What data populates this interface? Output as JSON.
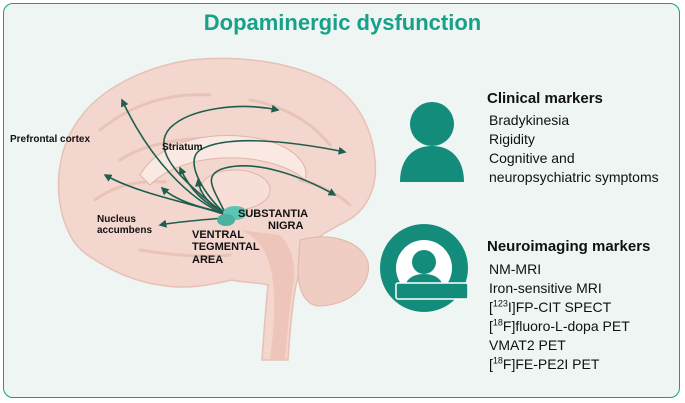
{
  "title": "Dopaminergic dysfunction",
  "brain_labels": {
    "prefrontal": "Prefrontal cortex",
    "striatum": "Striatum",
    "nucleus_line1": "Nucleus",
    "nucleus_line2": "accumbens",
    "vta_line1": "VENTRAL",
    "vta_line2": "TEGMENTAL",
    "vta_line3": "AREA",
    "sn_line1": "SUBSTANTIA",
    "sn_line2": "NIGRA"
  },
  "clinical": {
    "title": "Clinical markers",
    "items": [
      "Bradykinesia",
      "Rigidity",
      "Cognitive and",
      "neuropsychiatric symptoms"
    ],
    "icon": "person-icon"
  },
  "neuroimaging": {
    "title": "Neuroimaging markers",
    "icon": "scanner-icon",
    "items": [
      {
        "pre": "NM-MRI"
      },
      {
        "pre": "Iron-sensitive MRI"
      },
      {
        "pre": "[",
        "sup": "123",
        "post": "I]FP-CIT SPECT"
      },
      {
        "pre": "[",
        "sup": "18",
        "post": "F]fluoro-L-dopa PET"
      },
      {
        "pre": "VMAT2 PET"
      },
      {
        "pre": "[",
        "sup": "18",
        "post": "F]FE-PE2I PET"
      }
    ]
  },
  "colors": {
    "accent": "#17a08a",
    "icon": "#148c7c",
    "brain": "#f3d6cd",
    "arrow": "#1f5e4f"
  }
}
